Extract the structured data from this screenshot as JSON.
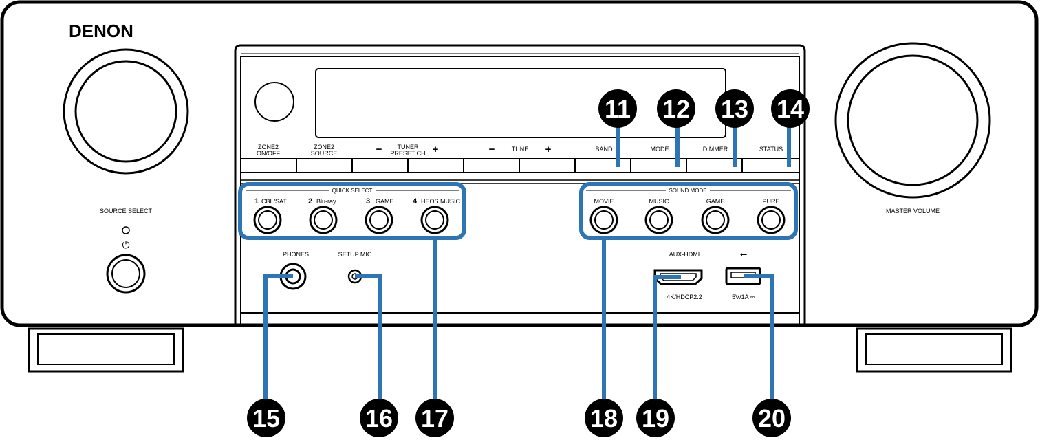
{
  "brand": "DENON",
  "left_panel": {
    "source_select_label": "SOURCE SELECT",
    "power_symbol": "⏻"
  },
  "right_panel": {
    "master_volume_label": "MASTER VOLUME"
  },
  "buttons_row": [
    {
      "id": "zone2-onoff",
      "line1": "ZONE2",
      "line2": "ON/OFF"
    },
    {
      "id": "zone2-source",
      "line1": "ZONE2",
      "line2": "SOURCE"
    },
    {
      "id": "tuner-minus",
      "line1": "−",
      "line2": ""
    },
    {
      "id": "tuner-plus",
      "line1": "+",
      "line2": ""
    },
    {
      "id": "tune-minus",
      "line1": "−",
      "line2": ""
    },
    {
      "id": "tune-plus",
      "line1": "+",
      "line2": ""
    },
    {
      "id": "band",
      "line1": "BAND",
      "line2": ""
    },
    {
      "id": "mode",
      "line1": "MODE",
      "line2": ""
    },
    {
      "id": "dimmer",
      "line1": "DIMMER",
      "line2": ""
    },
    {
      "id": "status",
      "line1": "STATUS",
      "line2": ""
    }
  ],
  "tuner_label": {
    "line1": "TUNER",
    "line2": "PRESET CH"
  },
  "tune_label": "TUNE",
  "quick_select": {
    "title": "QUICK SELECT",
    "items": [
      {
        "num": "1",
        "label": "CBL/SAT"
      },
      {
        "num": "2",
        "label": "Blu-ray"
      },
      {
        "num": "3",
        "label": "GAME"
      },
      {
        "num": "4",
        "label": "HEOS MUSIC"
      }
    ]
  },
  "sound_mode": {
    "title": "SOUND MODE",
    "items": [
      "MOVIE",
      "MUSIC",
      "GAME",
      "PURE"
    ]
  },
  "phones_label": "PHONES",
  "setup_mic_label": "SETUP MIC",
  "aux_hdmi": {
    "label": "AUX-HDMI",
    "sub": "4K/HDCP2.2"
  },
  "usb": {
    "symbol": "⭠",
    "sub": "5V/1A ⎓"
  },
  "callouts": [
    "11",
    "12",
    "13",
    "14",
    "15",
    "16",
    "17",
    "18",
    "19",
    "20"
  ],
  "colors": {
    "callout_line": "#2e75b6",
    "body_stroke": "#000000"
  }
}
